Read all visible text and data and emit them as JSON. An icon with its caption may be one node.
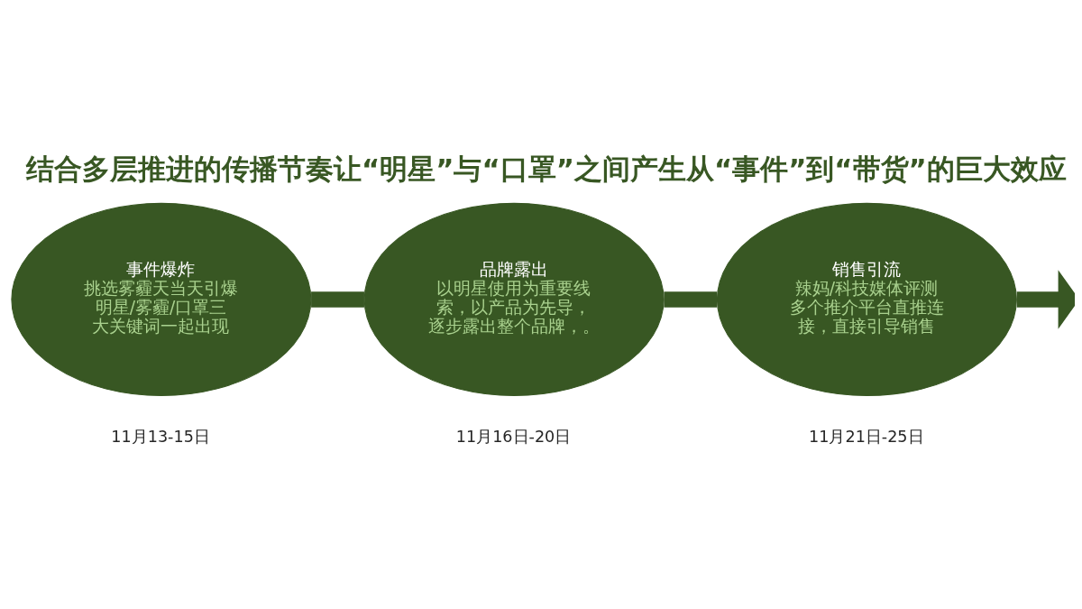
{
  "diagram": {
    "title": "结合多层推进的传播节奏让“明星”与“口罩”之间产生从“事件”到“带货”的巨大效应",
    "nodes": [
      {
        "text": [
          "事件爆炸",
          "挑选雾霾天当天引爆明星/雾霾/口罩三大关键词一起出现"
        ],
        "beside": [
          "11月13-15日"
        ]
      },
      {
        "text": [
          "品牌露出",
          "以明星使用为重要线索，以产品为先导，逐步露出整个品牌，。"
        ],
        "beside": [
          "11月16日-20日"
        ]
      },
      {
        "text": [
          "销售引流",
          "辣妈/科技媒体评测多个推介平台直推连接，直接引导销售"
        ],
        "beside": [
          "11月21日-25日"
        ]
      }
    ],
    "edges": [
      {
        "from": 0,
        "to": 1,
        "arrow": "none"
      },
      {
        "from": 1,
        "to": 2,
        "arrow": "none"
      },
      {
        "from": 2,
        "to": null,
        "arrow": "to"
      }
    ]
  }
}
